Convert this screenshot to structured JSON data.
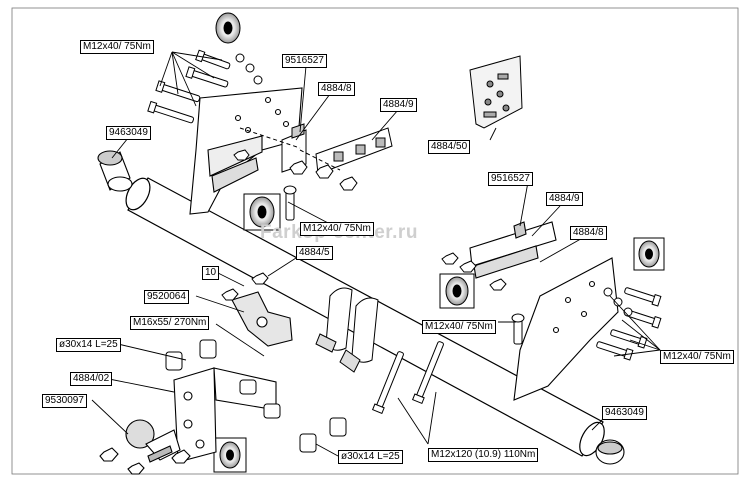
{
  "watermark": "Farkop-center.ru",
  "labels": {
    "bolt_kit_left_top": "M12x40/ 75Nm",
    "part_9516527_left": "9516527",
    "part_4884_8_left": "4884/8",
    "part_4884_9_left": "4884/9",
    "part_9463049_left": "9463049",
    "part_4884_50": "4884/50",
    "bolt_mid_left": "M12x40/ 75Nm",
    "part_4884_5": "4884/5",
    "part_10": "10",
    "part_9520064": "9520064",
    "bolt_m16": "M16x55/ 270Nm",
    "spacer_top": "ø30x14 L=25",
    "part_4884_02": "4884/02",
    "part_9530097": "9530097",
    "spacer_bottom": "ø30x14 L=25",
    "bolt_m12x120": "M12x120 (10.9) 110Nm",
    "part_9463049_right": "9463049",
    "part_9516527_right": "9516527",
    "part_4884_9_right": "4884/9",
    "part_4884_8_right": "4884/8",
    "bolt_mid_right": "M12x40/ 75Nm",
    "bolt_kit_right": "M12x40/ 75Nm"
  }
}
